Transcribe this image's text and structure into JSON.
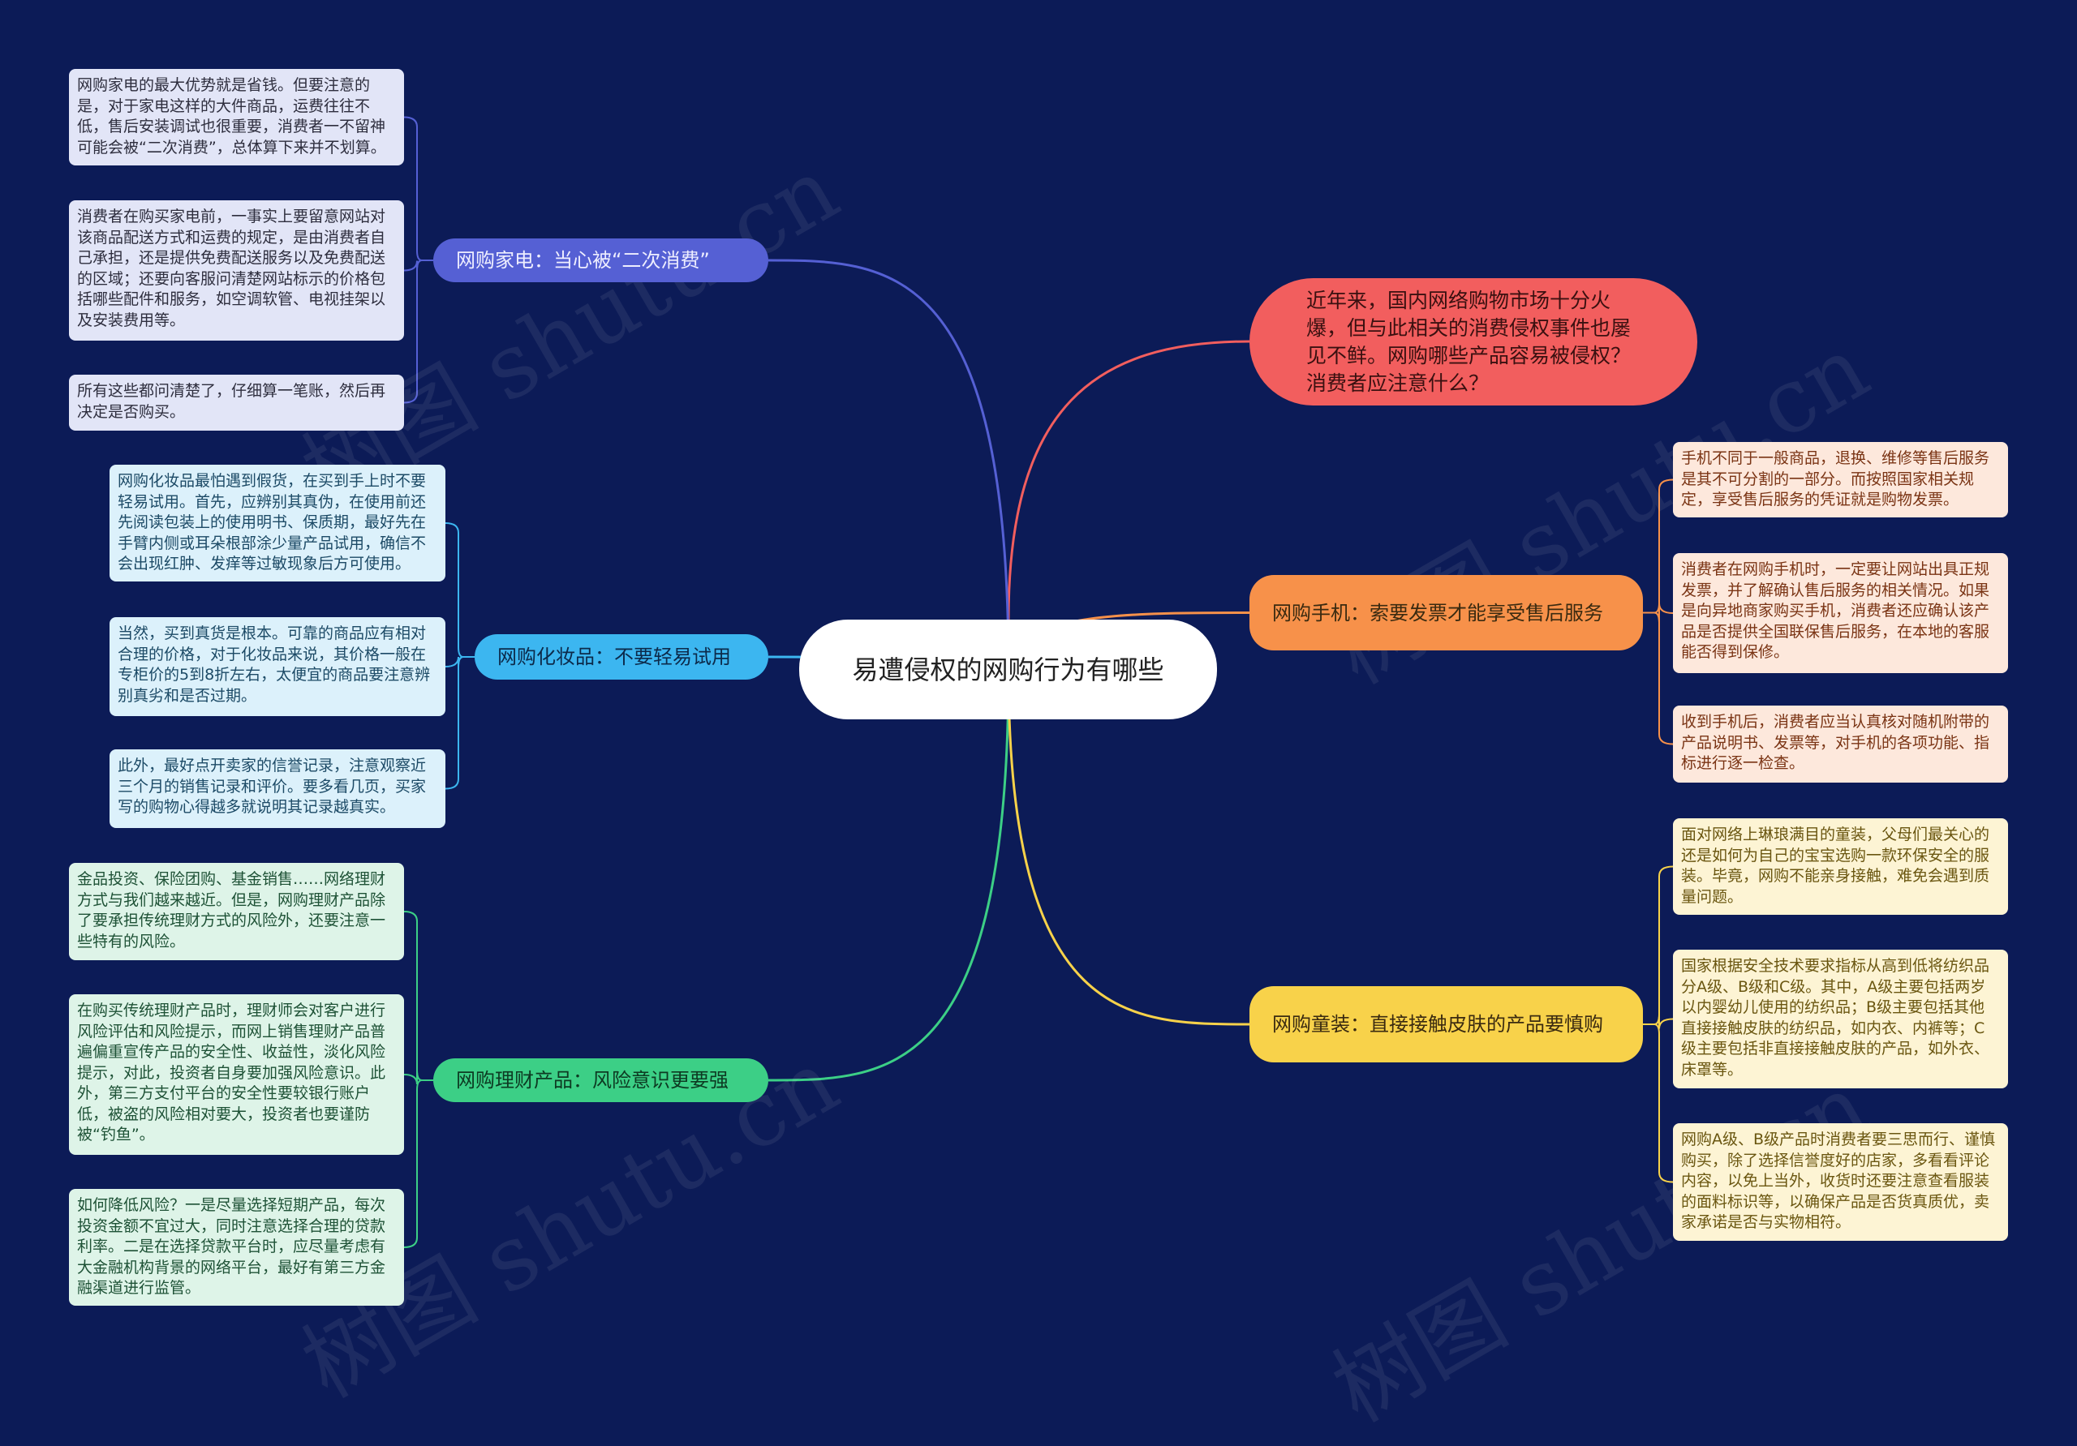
{
  "center": {
    "label": "易遭侵权的网购行为有哪些"
  },
  "intro": {
    "label": "近年来，国内网络购物市场十分火爆，但与此相关的消费侵权事件也屡见不鲜。网购哪些产品容易被侵权？消费者应注意什么？",
    "color": "#f25e5e"
  },
  "watermark": "树图 shutu.cn",
  "branches": [
    {
      "label": "网购家电：当心被“二次消费”",
      "color": "#5560d4",
      "leaf_bg": "#e2e5f7",
      "leaf_text": "#2e2e3e",
      "leaves": [
        "网购家电的最大优势就是省钱。但要注意的是，对于家电这样的大件商品，运费往往不低，售后安装调试也很重要，消费者一不留神可能会被“二次消费”，总体算下来并不划算。",
        "消费者在购买家电前，一事实上要留意网站对该商品配送方式和运费的规定，是由消费者自己承担，还是提供免费配送服务以及免费配送的区域；还要向客服问清楚网站标示的价格包括哪些配件和服务，如空调软管、电视挂架以及安装费用等。",
        "所有这些都问清楚了，仔细算一笔账，然后再决定是否购买。"
      ]
    },
    {
      "label": "网购化妆品：不要轻易试用",
      "color": "#3cb6f0",
      "leaf_bg": "#dcf1fb",
      "leaf_text": "#1c4a66",
      "leaves": [
        "网购化妆品最怕遇到假货，在买到手上时不要轻易试用。首先，应辨别其真伪，在使用前还先阅读包装上的使用明书、保质期，最好先在手臂内侧或耳朵根部涂少量产品试用，确信不会出现红肿、发痒等过敏现象后方可使用。",
        "当然，买到真货是根本。可靠的商品应有相对合理的价格，对于化妆品来说，其价格一般在专柜价的5到8折左右，太便宜的商品要注意辨别真劣和是否过期。",
        "此外，最好点开卖家的信誉记录，注意观察近三个月的销售记录和评价。要多看几页，买家写的购物心得越多就说明其记录越真实。"
      ]
    },
    {
      "label": "网购理财产品：风险意识更要强",
      "color": "#3ccf86",
      "leaf_bg": "#def4e8",
      "leaf_text": "#1e5236",
      "leaves": [
        "金品投资、保险团购、基金销售……网络理财方式与我们越来越近。但是，网购理财产品除了要承担传统理财方式的风险外，还要注意一些特有的风险。",
        "在购买传统理财产品时，理财师会对客户进行风险评估和风险提示，而网上销售理财产品普遍偏重宣传产品的安全性、收益性，淡化风险提示，对此，投资者自身要加强风险意识。此外，第三方支付平台的安全性要较银行账户低，被盗的风险相对要大，投资者也要谨防被“钓鱼”。",
        "如何降低风险？一是尽量选择短期产品，每次投资金额不宜过大，同时注意选择合理的贷款利率。二是在选择贷款平台时，应尽量考虑有大金融机构背景的网络平台，最好有第三方金融渠道进行监管。"
      ]
    },
    {
      "label": "网购手机：索要发票才能享受售后服务",
      "color": "#f7914a",
      "leaf_bg": "#fde8dc",
      "leaf_text": "#7a3414",
      "leaves": [
        "手机不同于一般商品，退换、维修等售后服务是其不可分割的一部分。而按照国家相关规定，享受售后服务的凭证就是购物发票。",
        "消费者在网购手机时，一定要让网站出具正规发票，并了解确认售后服务的相关情况。如果是向异地商家购买手机，消费者还应确认该产品是否提供全国联保售后服务，在本地的客服能否得到保修。",
        "收到手机后，消费者应当认真核对随机附带的产品说明书、发票等，对手机的各项功能、指标进行逐一检查。"
      ]
    },
    {
      "label": "网购童装：直接接触皮肤的产品要慎购",
      "color": "#f8d24a",
      "leaf_bg": "#fdf4d4",
      "leaf_text": "#6a5610",
      "leaves": [
        "面对网络上琳琅满目的童装，父母们最关心的还是如何为自己的宝宝选购一款环保安全的服装。毕竟，网购不能亲身接触，难免会遇到质量问题。",
        "国家根据安全技术要求指标从高到低将纺织品分A级、B级和C级。其中，A级主要包括两岁以内婴幼儿使用的纺织品；B级主要包括其他直接接触皮肤的纺织品，如内衣、内裤等；C级主要包括非直接接触皮肤的产品，如外衣、床罩等。",
        "网购A级、B级产品时消费者要三思而行、谨慎购买，除了选择信誉度好的店家，多看看评论内容，以免上当外，收货时还要注意查看服装的面料标识等，以确保产品是否货真质优，卖家承诺是否与实物相符。"
      ]
    }
  ]
}
